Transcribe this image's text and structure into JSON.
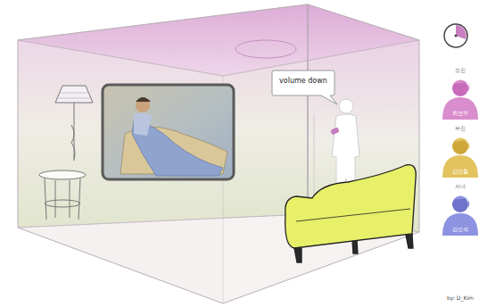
{
  "diagram": {
    "nodes": [
      {
        "text": [
          "volume down"
        ]
      },
      {
        "text": [
          "모친",
          "최연주"
        ]
      },
      {
        "text": [
          "부친",
          "김민철"
        ]
      },
      {
        "text": [
          "자녀",
          "김민석"
        ]
      }
    ],
    "labels": [
      "by: D_Kim"
    ]
  }
}
